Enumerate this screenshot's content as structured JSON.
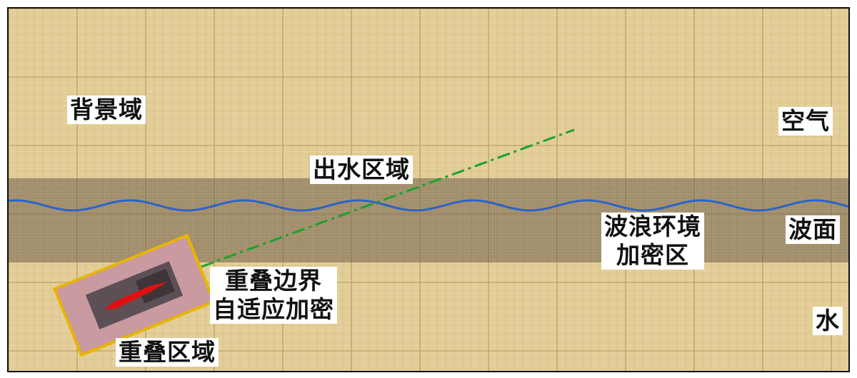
{
  "labels": {
    "background_domain": "背景域",
    "air": "空气",
    "water_exit_region": "出水区域",
    "wave_surface": "波面",
    "wave_refine_line1": "波浪环境",
    "wave_refine_line2": "加密区",
    "overlap_refine_line1": "重叠边界",
    "overlap_refine_line2": "自适应加密",
    "overlap_region": "重叠区域",
    "water": "水"
  },
  "colors": {
    "background_fill": "#e4cf9a",
    "grid_line": "#bfa56c",
    "band_fill": "#7a6a55",
    "wave_line": "#2a63c8",
    "trajectory_line": "#1aa32a",
    "overlap_border": "#e8b400",
    "overlap_fill": "#c99aa0",
    "inner_block": "#5c5056",
    "vehicle": "#e01010"
  }
}
